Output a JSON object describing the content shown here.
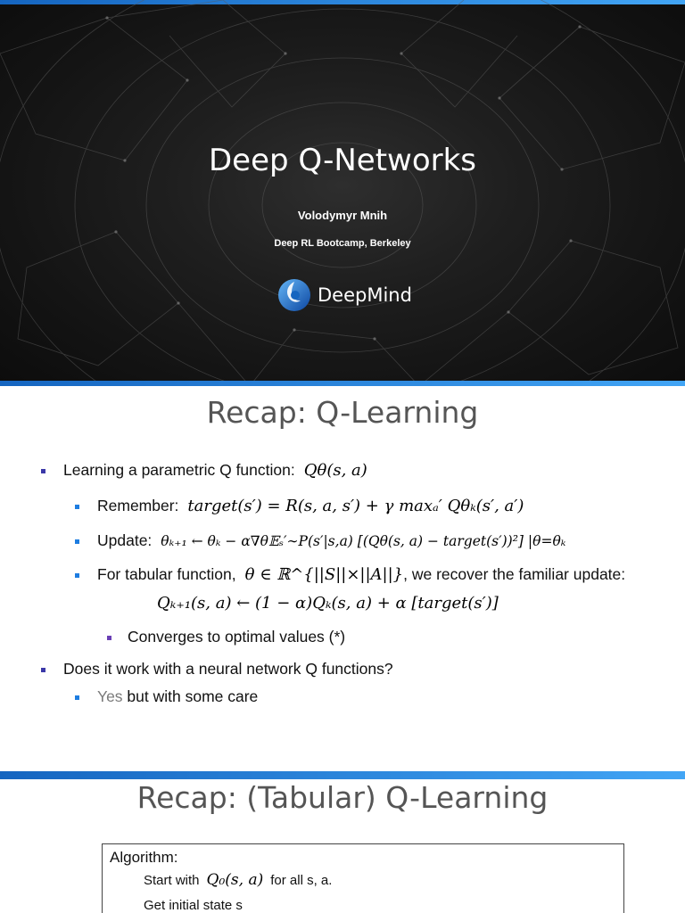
{
  "slide1": {
    "title": "Deep Q-Networks",
    "author": "Volodymyr Mnih",
    "affiliation": "Deep RL Bootcamp, Berkeley",
    "logo_text": "DeepMind",
    "accent": "#1e88e5"
  },
  "slide2": {
    "heading": "Recap: Q-Learning",
    "b1_text": "Learning a parametric Q function:",
    "b1_math": "Qθ(s, a)",
    "b2_text": "Remember:",
    "b2_math": "target(s′) = R(s, a, s′) + γ maxₐ′ Qθₖ(s′, a′)",
    "b3_text": "Update:",
    "b3_math": "θₖ₊₁ ← θₖ − α∇θ𝔼ₛ′∼P(s′|s,a) [(Qθ(s, a) − target(s′))²] |θ=θₖ",
    "b4_text": "For tabular function,",
    "b4_math": "θ ∈ ℝ^{||S||×||A||}",
    "b4_tail": ", we recover the familiar update:",
    "update_eq": "Qₖ₊₁(s, a) ← (1 − α)Qₖ(s, a) + α [target(s′)]",
    "b5_text": "Converges to optimal values (*)",
    "b6_text": "Does it work with a neural network Q functions?",
    "b7_yes": "Yes",
    "b7_rest": " but with some care"
  },
  "slide3": {
    "heading": "Recap: (Tabular) Q-Learning",
    "algo_title": "Algorithm:",
    "line1_a": "Start with",
    "line1_math": "Q₀(s, a)",
    "line1_b": "for all s, a.",
    "line2": "Get initial state s"
  }
}
